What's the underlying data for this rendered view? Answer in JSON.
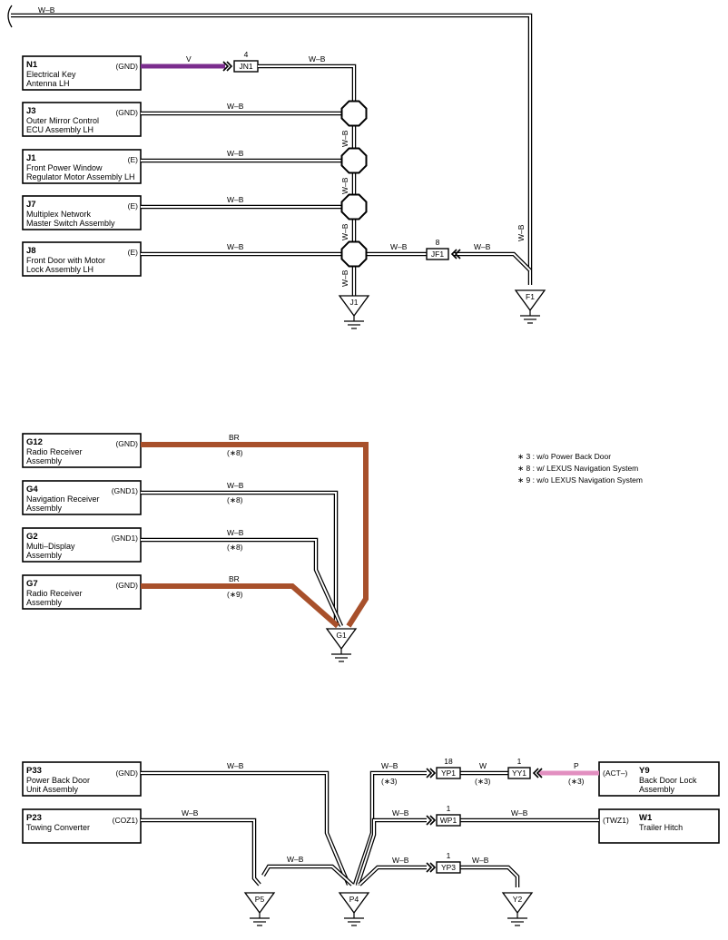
{
  "colors": {
    "V": "#7b2d8e",
    "BR": "#a8502b",
    "P": "#e28fc0",
    "W-B": "#000000"
  },
  "section1": {
    "top_wire": "W–B",
    "components": [
      {
        "code": "N1",
        "name1": "Electrical Key",
        "name2": "Antenna LH",
        "pin": "(GND)",
        "wire": "V"
      },
      {
        "code": "J3",
        "name1": "Outer Mirror Control",
        "name2": "ECU Assembly LH",
        "pin": "(GND)",
        "wire": "W–B"
      },
      {
        "code": "J1",
        "name1": "Front Power Window",
        "name2": "Regulator Motor Assembly LH",
        "pin": "(E)",
        "wire": "W–B"
      },
      {
        "code": "J7",
        "name1": "Multiplex Network",
        "name2": "Master Switch Assembly",
        "pin": "(E)",
        "wire": "W–B"
      },
      {
        "code": "J8",
        "name1": "Front Door with Motor",
        "name2": "Lock Assembly LH",
        "pin": "(E)",
        "wire": "W–B"
      }
    ],
    "jn1": {
      "label": "JN1",
      "pin": "4",
      "wire_after": "W–B"
    },
    "jf1": {
      "label": "JF1",
      "pin": "8",
      "wire_left": "W–B",
      "wire_right": "W–B"
    },
    "vertical_wire": "W–B",
    "grounds": [
      "J1",
      "F1"
    ]
  },
  "section2": {
    "components": [
      {
        "code": "G12",
        "name1": "Radio Receiver",
        "name2": "Assembly",
        "pin": "(GND)",
        "wire": "BR",
        "note": "(∗8)"
      },
      {
        "code": "G4",
        "name1": "Navigation Receiver",
        "name2": "Assembly",
        "pin": "(GND1)",
        "wire": "W–B",
        "note": "(∗8)"
      },
      {
        "code": "G2",
        "name1": "Multi–Display",
        "name2": "Assembly",
        "pin": "(GND1)",
        "wire": "W–B",
        "note": "(∗8)"
      },
      {
        "code": "G7",
        "name1": "Radio Receiver",
        "name2": "Assembly",
        "pin": "(GND)",
        "wire": "BR",
        "note": "(∗9)"
      }
    ],
    "ground": "G1"
  },
  "notes": [
    "∗ 3 : w/o Power Back Door",
    "∗ 8 : w/ LEXUS Navigation System",
    "∗ 9 : w/o LEXUS Navigation System"
  ],
  "section3": {
    "components": [
      {
        "code": "P33",
        "name1": "Power Back Door",
        "name2": "Unit Assembly",
        "pin": "(GND)",
        "wire": "W–B"
      },
      {
        "code": "P23",
        "name1": "Towing Converter",
        "name2": "",
        "pin": "(COZ1)",
        "wire": "W–B"
      }
    ],
    "right_components": [
      {
        "code": "Y9",
        "name1": "Back Door Lock",
        "name2": "Assembly",
        "pin": "(ACT–)"
      },
      {
        "code": "W1",
        "name1": "Trailer Hitch",
        "name2": "",
        "pin": "(TWZ1)"
      }
    ],
    "p5_wire": "W–B",
    "yp1": {
      "label": "YP1",
      "pin": "18",
      "wire_left": "W–B",
      "note_left": "(∗3)",
      "wire_mid": "W",
      "note_mid": "(∗3)"
    },
    "yy1": {
      "label": "YY1",
      "pin": "1",
      "wire_right": "P",
      "note_right": "(∗3)"
    },
    "wp1": {
      "label": "WP1",
      "pin": "1",
      "wire_left": "W–B",
      "wire_right": "W–B"
    },
    "yp3": {
      "label": "YP3",
      "pin": "1",
      "wire_left": "W–B",
      "wire_right": "W–B"
    },
    "grounds": [
      "P5",
      "P4",
      "Y2"
    ]
  }
}
